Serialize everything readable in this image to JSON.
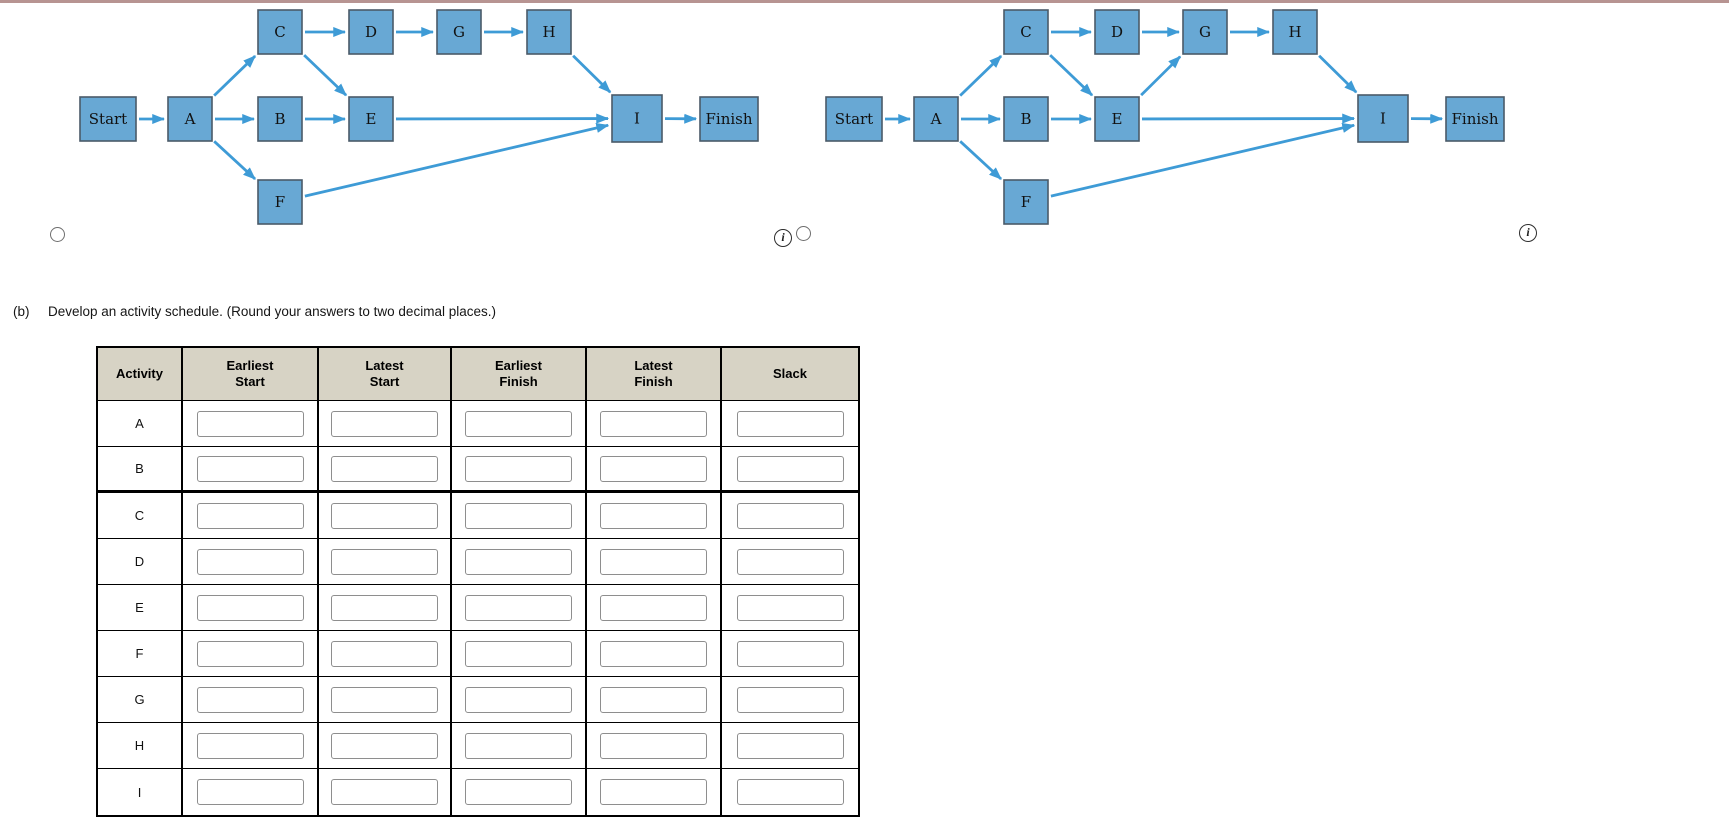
{
  "part_b": {
    "label": "(b)",
    "text": "Develop an activity schedule. (Round your answers to two decimal places.)"
  },
  "icons": {
    "info": "i"
  },
  "diagram": {
    "nodes": [
      "Start",
      "A",
      "B",
      "C",
      "D",
      "E",
      "F",
      "G",
      "H",
      "I",
      "Finish"
    ],
    "node_fill": "#68A8D4",
    "node_border": "#4a5a68",
    "arrow_color": "#3E9BD6",
    "options": [
      {
        "name": "option-1",
        "radio_checked": false,
        "edges": [
          "Start-A",
          "A-B",
          "A-C",
          "A-F",
          "B-E",
          "C-D",
          "C-E",
          "D-G",
          "G-H",
          "E-I",
          "H-I",
          "F-I",
          "I-Finish"
        ]
      },
      {
        "name": "option-2",
        "radio_checked": false,
        "edges": [
          "Start-A",
          "A-B",
          "A-C",
          "A-F",
          "B-E",
          "C-D",
          "C-E",
          "D-G",
          "E-G",
          "G-H",
          "E-I",
          "H-I",
          "F-I",
          "I-Finish"
        ]
      }
    ]
  },
  "schedule_table": {
    "headers": [
      {
        "line1": "Activity",
        "line2": ""
      },
      {
        "line1": "Earliest",
        "line2": "Start"
      },
      {
        "line1": "Latest",
        "line2": "Start"
      },
      {
        "line1": "Earliest",
        "line2": "Finish"
      },
      {
        "line1": "Latest",
        "line2": "Finish"
      },
      {
        "line1": "Slack",
        "line2": ""
      }
    ],
    "column_keys": [
      "earliest-start",
      "latest-start",
      "earliest-finish",
      "latest-finish",
      "slack"
    ],
    "rows": [
      {
        "activity": "A",
        "inputs": [
          "",
          "",
          "",
          "",
          ""
        ]
      },
      {
        "activity": "B",
        "inputs": [
          "",
          "",
          "",
          "",
          ""
        ]
      },
      {
        "activity": "C",
        "inputs": [
          "",
          "",
          "",
          "",
          ""
        ]
      },
      {
        "activity": "D",
        "inputs": [
          "",
          "",
          "",
          "",
          ""
        ]
      },
      {
        "activity": "E",
        "inputs": [
          "",
          "",
          "",
          "",
          ""
        ]
      },
      {
        "activity": "F",
        "inputs": [
          "",
          "",
          "",
          "",
          ""
        ]
      },
      {
        "activity": "G",
        "inputs": [
          "",
          "",
          "",
          "",
          ""
        ]
      },
      {
        "activity": "H",
        "inputs": [
          "",
          "",
          "",
          "",
          ""
        ]
      },
      {
        "activity": "I",
        "inputs": [
          "",
          "",
          "",
          "",
          ""
        ]
      }
    ]
  }
}
